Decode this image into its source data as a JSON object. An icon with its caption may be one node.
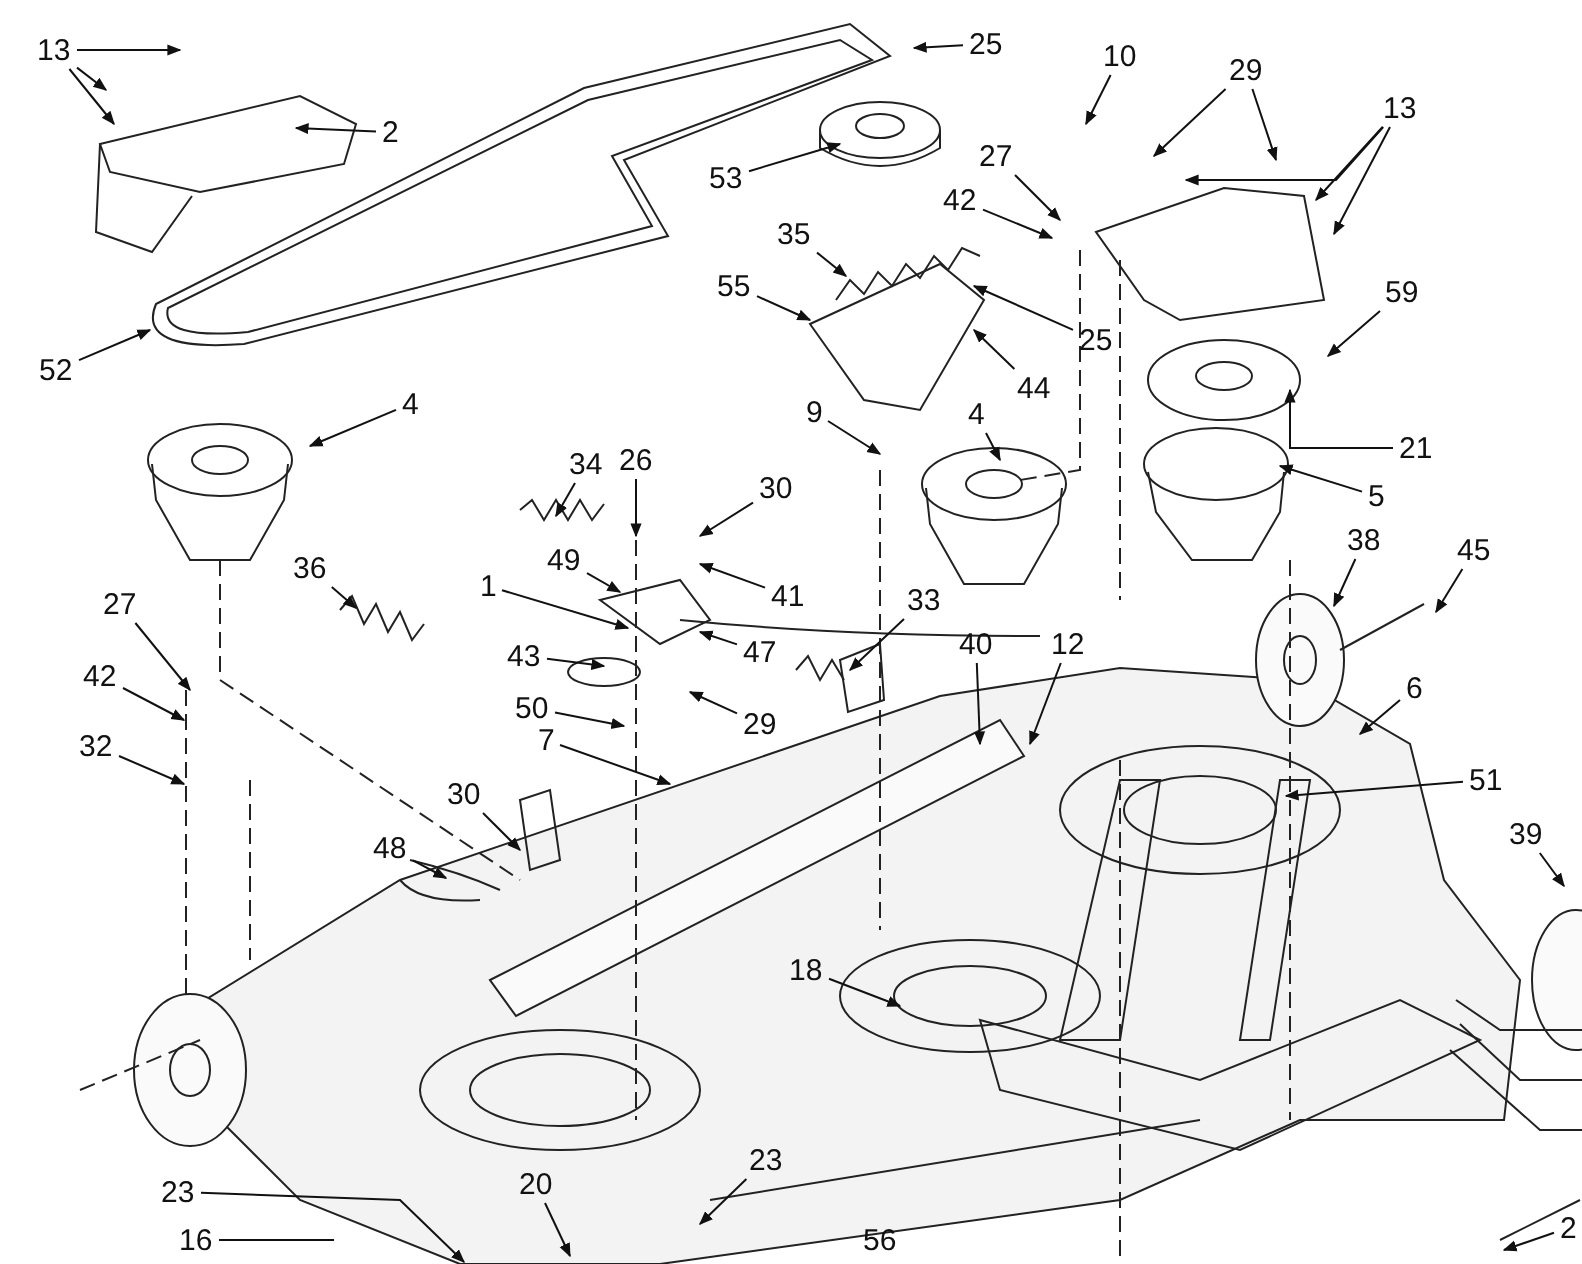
{
  "diagram": {
    "nodes": [
      {
        "text": [
          "13"
        ]
      },
      {
        "text": [
          "25"
        ]
      },
      {
        "text": [
          "29"
        ]
      },
      {
        "text": [
          "10"
        ]
      },
      {
        "text": [
          "13"
        ]
      },
      {
        "text": [
          "2"
        ]
      },
      {
        "text": [
          "53"
        ]
      },
      {
        "text": [
          "27"
        ]
      },
      {
        "text": [
          "42"
        ]
      },
      {
        "text": [
          "35"
        ]
      },
      {
        "text": [
          "55"
        ]
      },
      {
        "text": [
          "59"
        ]
      },
      {
        "text": [
          "25"
        ]
      },
      {
        "text": [
          "52"
        ]
      },
      {
        "text": [
          "44"
        ]
      },
      {
        "text": [
          "4"
        ]
      },
      {
        "text": [
          "4"
        ]
      },
      {
        "text": [
          "9"
        ]
      },
      {
        "text": [
          "21"
        ]
      },
      {
        "text": [
          "34"
        ]
      },
      {
        "text": [
          "26"
        ]
      },
      {
        "text": [
          "30"
        ]
      },
      {
        "text": [
          "5"
        ]
      },
      {
        "text": [
          "45"
        ]
      },
      {
        "text": [
          "38"
        ]
      },
      {
        "text": [
          "36"
        ]
      },
      {
        "text": [
          "49"
        ]
      },
      {
        "text": [
          "41"
        ]
      },
      {
        "text": [
          "1"
        ]
      },
      {
        "text": [
          "27"
        ]
      },
      {
        "text": [
          "43"
        ]
      },
      {
        "text": [
          "33"
        ]
      },
      {
        "text": [
          "12"
        ]
      },
      {
        "text": [
          "47"
        ]
      },
      {
        "text": [
          "42"
        ]
      },
      {
        "text": [
          "40"
        ]
      },
      {
        "text": [
          "6"
        ]
      },
      {
        "text": [
          "50"
        ]
      },
      {
        "text": [
          "29"
        ]
      },
      {
        "text": [
          "32"
        ]
      },
      {
        "text": [
          "7"
        ]
      },
      {
        "text": [
          "51"
        ]
      },
      {
        "text": [
          "30"
        ]
      },
      {
        "text": [
          "39"
        ]
      },
      {
        "text": [
          "48"
        ]
      },
      {
        "text": [
          "18"
        ]
      },
      {
        "text": [
          "23"
        ]
      },
      {
        "text": [
          "23"
        ]
      },
      {
        "text": [
          "20"
        ]
      },
      {
        "text": [
          "2"
        ]
      },
      {
        "text": [
          "16"
        ]
      },
      {
        "text": [
          "56"
        ]
      }
    ],
    "edges": [
      {
        "from": 0,
        "to": null,
        "arrow": "to"
      },
      {
        "from": 0,
        "to": null,
        "arrow": "to"
      },
      {
        "from": 0,
        "to": null,
        "arrow": "to"
      },
      {
        "from": 1,
        "to": null,
        "arrow": "to"
      },
      {
        "from": 2,
        "to": null,
        "arrow": "to"
      },
      {
        "from": 2,
        "to": null,
        "arrow": "to"
      },
      {
        "from": 3,
        "to": null,
        "arrow": "to"
      },
      {
        "from": 4,
        "to": null,
        "arrow": "to"
      },
      {
        "from": 4,
        "to": null,
        "arrow": "to"
      },
      {
        "from": 4,
        "to": null,
        "arrow": "to"
      },
      {
        "from": 5,
        "to": null,
        "arrow": "to"
      },
      {
        "from": 6,
        "to": null,
        "arrow": "to"
      },
      {
        "from": 7,
        "to": null,
        "arrow": "to"
      },
      {
        "from": 8,
        "to": null,
        "arrow": "to"
      },
      {
        "from": 9,
        "to": null,
        "arrow": "to"
      },
      {
        "from": 10,
        "to": null,
        "arrow": "to"
      },
      {
        "from": 11,
        "to": null,
        "arrow": "to"
      },
      {
        "from": 12,
        "to": null,
        "arrow": "to"
      },
      {
        "from": 13,
        "to": null,
        "arrow": "to"
      },
      {
        "from": 14,
        "to": null,
        "arrow": "to"
      },
      {
        "from": 15,
        "to": null,
        "arrow": "to"
      },
      {
        "from": 16,
        "to": null,
        "arrow": "to"
      },
      {
        "from": 17,
        "to": null,
        "arrow": "to"
      },
      {
        "from": 18,
        "to": null,
        "arrow": "to"
      },
      {
        "from": 19,
        "to": null,
        "arrow": "to"
      },
      {
        "from": 20,
        "to": null,
        "arrow": "to"
      },
      {
        "from": 21,
        "to": null,
        "arrow": "to"
      },
      {
        "from": 22,
        "to": null,
        "arrow": "to"
      },
      {
        "from": 23,
        "to": null,
        "arrow": "to"
      },
      {
        "from": 24,
        "to": null,
        "arrow": "to"
      },
      {
        "from": 25,
        "to": null,
        "arrow": "to"
      },
      {
        "from": 26,
        "to": null,
        "arrow": "to"
      },
      {
        "from": 27,
        "to": null,
        "arrow": "to"
      },
      {
        "from": 28,
        "to": null,
        "arrow": "to"
      },
      {
        "from": 29,
        "to": null,
        "arrow": "to"
      },
      {
        "from": 30,
        "to": null,
        "arrow": "to"
      },
      {
        "from": 31,
        "to": null,
        "arrow": "to"
      },
      {
        "from": 32,
        "to": null,
        "arrow": "to"
      },
      {
        "from": 33,
        "to": null,
        "arrow": "to"
      },
      {
        "from": 34,
        "to": null,
        "arrow": "to"
      },
      {
        "from": 35,
        "to": null,
        "arrow": "to"
      },
      {
        "from": 36,
        "to": null,
        "arrow": "to"
      },
      {
        "from": 37,
        "to": null,
        "arrow": "to"
      },
      {
        "from": 38,
        "to": null,
        "arrow": "to"
      },
      {
        "from": 39,
        "to": null,
        "arrow": "to"
      },
      {
        "from": 40,
        "to": null,
        "arrow": "to"
      },
      {
        "from": 41,
        "to": null,
        "arrow": "to"
      },
      {
        "from": 42,
        "to": null,
        "arrow": "to"
      },
      {
        "from": 43,
        "to": null,
        "arrow": "to"
      },
      {
        "from": 44,
        "to": null,
        "arrow": "to"
      },
      {
        "from": 45,
        "to": null,
        "arrow": "to"
      },
      {
        "from": 46,
        "to": null,
        "arrow": "to"
      },
      {
        "from": 47,
        "to": null,
        "arrow": "to"
      },
      {
        "from": 48,
        "to": null,
        "arrow": "to"
      },
      {
        "from": 49,
        "to": null,
        "arrow": "to"
      },
      {
        "from": 50,
        "to": null,
        "arrow": "none"
      }
    ]
  }
}
